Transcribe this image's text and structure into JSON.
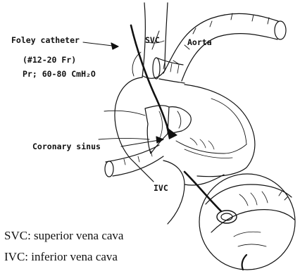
{
  "labels": {
    "foley_catheter": "Foley catheter",
    "catheter_size": "(#12-20 Fr)",
    "pressure": "Pr; 60-80 CmH₂O",
    "svc": "SVC",
    "aorta": "Aorta",
    "coronary_sinus": "Coronary sinus",
    "ivc": "IVC"
  },
  "legend": {
    "svc_def": "SVC: superior vena cava",
    "ivc_def": "IVC: inferior vena cava"
  },
  "colors": {
    "ink": "#111111",
    "background": "#ffffff"
  }
}
